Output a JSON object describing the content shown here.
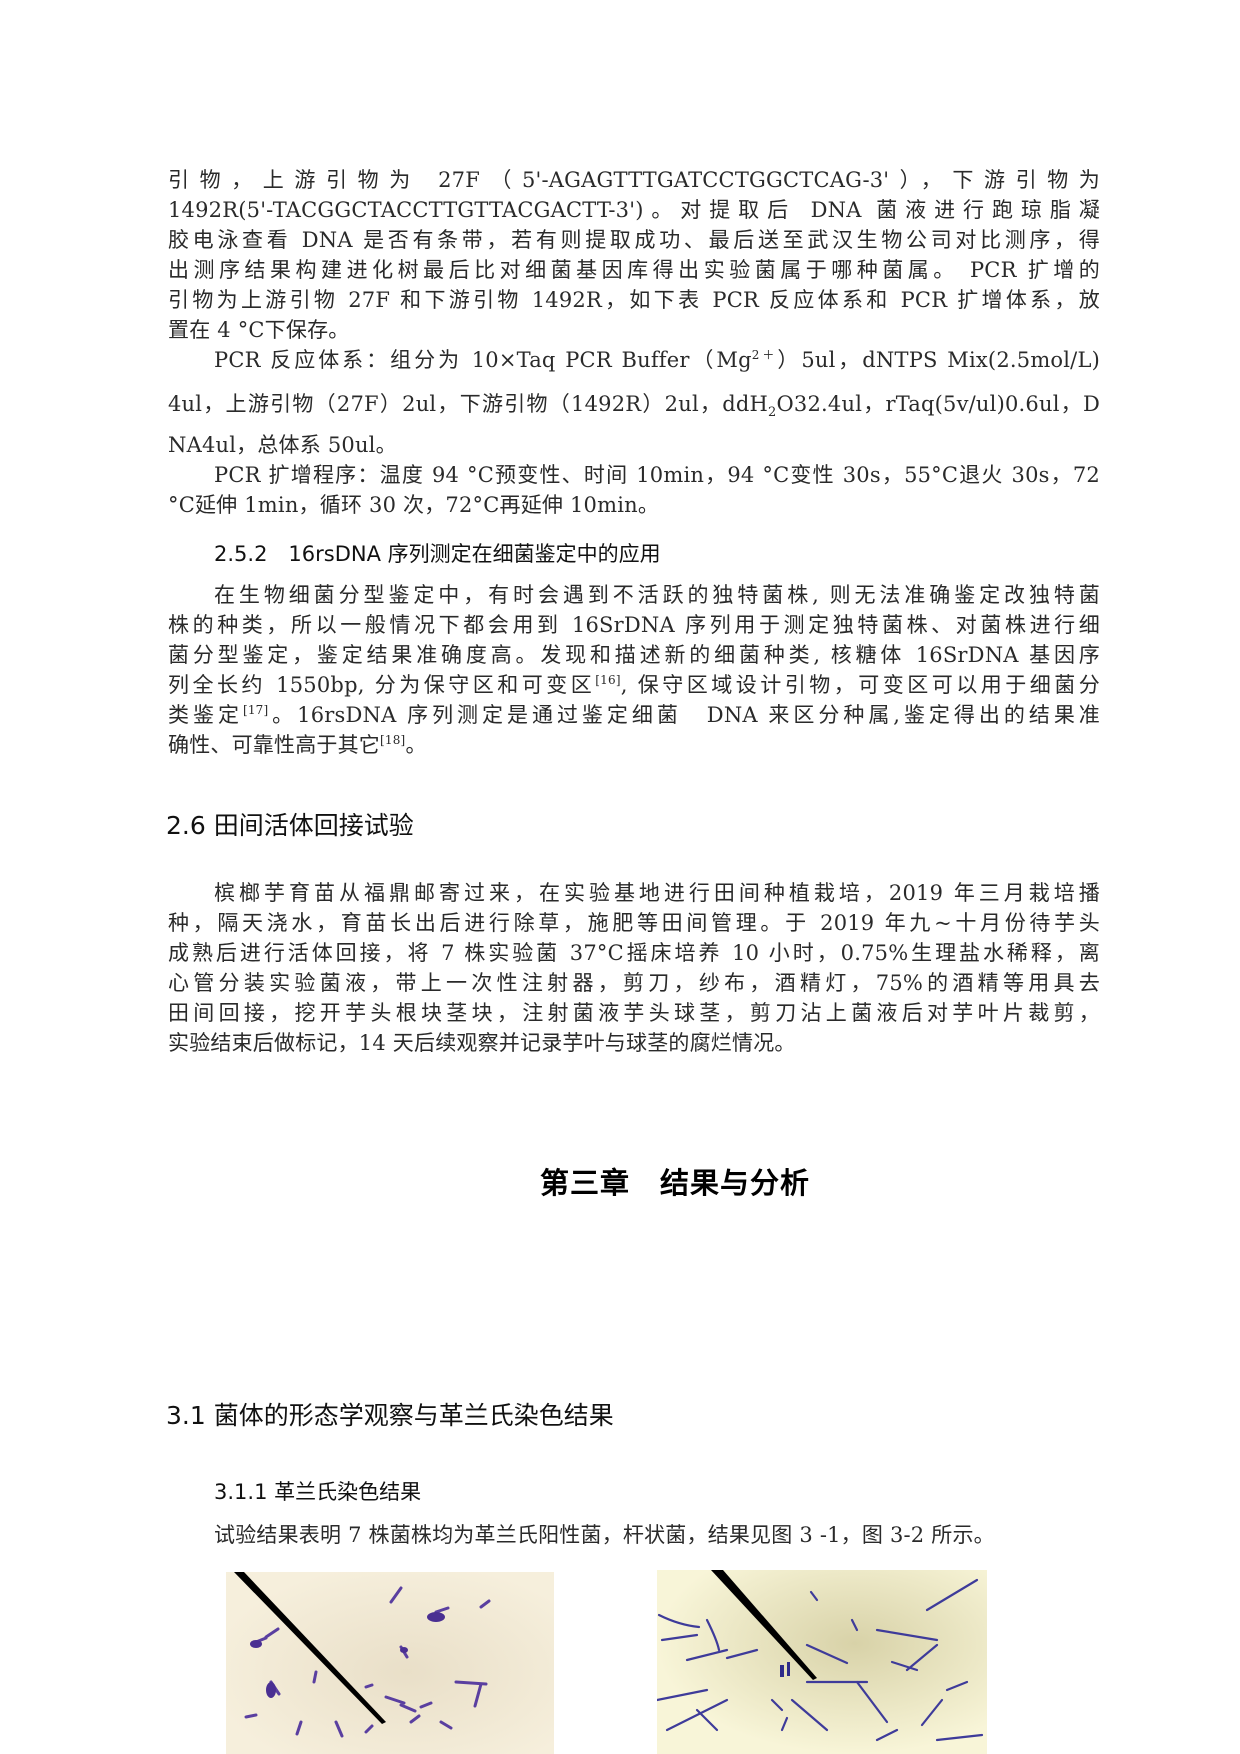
{
  "section_2_5_1_continued": {
    "lines": [
      "引物，上游引物为 27F（5'-AGAGTTTGATCCTGGCTCAG-3'），下游引物为",
      "1492R(5'-TACGGCTACCTTGTTACGACTT-3')。对提取后 DNA 菌液进行跑琼脂凝",
      "胶电泳查看 DNA 是否有条带，若有则提取成功、最后送至武汉生物公司对比测序，得",
      "出测序结果构建进化树最后比对细菌基因库得出实验菌属于哪种菌属。 PCR 扩增的",
      "引物为上游引物 27F 和下游引物 1492R，如下表 PCR 反应体系和 PCR 扩增体系，放",
      "置在 4 °C下保存。"
    ],
    "pcr_reaction": {
      "line1_pre": "PCR 反应体系：组分为 10×Taq PCR Buffer（Mg",
      "line1_sup": "2＋",
      "line1_post": "）5ul，dNTPS Mix(2.5mol/L)",
      "line2_pre": "4ul，上游引物（27F）2ul，下游引物（1492R）2ul，ddH",
      "line2_sub": "2",
      "line2_post": "O32.4ul，rTaq(5v/ul)0.6ul，D",
      "line3": "NA4ul，总体系 50ul。"
    },
    "pcr_program": {
      "line1": "PCR 扩增程序：温度 94 °C预变性、时间 10min，94 °C变性 30s，55°C退火 30s，72",
      "line2": "°C延伸 1min，循环 30 次，72°C再延伸 10min。"
    }
  },
  "section_2_5_2": {
    "heading": "2.5.2　16rsDNA 序列测定在细菌鉴定中的应用",
    "lines": [
      "在生物细菌分型鉴定中，有时会遇到不活跃的独特菌株, 则无法准确鉴定改独特菌",
      "株的种类，所以一般情况下都会用到 16SrDNA 序列用于测定独特菌株、对菌株进行细",
      "菌分型鉴定，鉴定结果准确度高。发现和描述新的细菌种类, 核糖体 16SrDNA 基因序"
    ],
    "line4_pre": "列全长约 1550bp, 分为保守区和可变区",
    "ref16": "[16]",
    "line4_post": ", 保守区域设计引物，可变区可以用于细菌分",
    "line5_pre": "类鉴定",
    "ref17": "[17]",
    "line5_post": "。16rsDNA 序列测定是通过鉴定细菌　DNA 来区分种属,鉴定得出的结果准",
    "line6_pre": "确性、可靠性高于其它",
    "ref18": "[18]",
    "line6_post": "。"
  },
  "section_2_6": {
    "heading": "2.6 田间活体回接试验",
    "lines": [
      "槟榔芋育苗从福鼎邮寄过来，在实验基地进行田间种植栽培，2019 年三月栽培播",
      "种，隔天浇水，育苗长出后进行除草，施肥等田间管理。于 2019 年九~十月份待芋头",
      "成熟后进行活体回接，将 7 株实验菌 37°C摇床培养 10 小时，0.75%生理盐水稀释，离",
      "心管分装实验菌液，带上一次性注射器，剪刀，纱布，酒精灯，75%的酒精等用具去",
      "田间回接，挖开芋头根块茎块，注射菌液芋头球茎，剪刀沾上菌液后对芋叶片裁剪，",
      "实验结束后做标记，14 天后续观察并记录芋叶与球茎的腐烂情况。"
    ]
  },
  "chapter_3": {
    "heading": "第三章　结果与分析"
  },
  "section_3_1": {
    "heading": "3.1 菌体的形态学观察与革兰氏染色结果"
  },
  "section_3_1_1": {
    "heading": "3.1.1 革兰氏染色结果",
    "text": "试验结果表明 7 株菌株均为革兰氏阳性菌，杆状菌，结果见图 3 -1，图 3-2 所示。"
  },
  "figures": [
    {
      "id": "fig-3-1",
      "description": "Gram stain micrograph, purple rod-shaped bacteria with pointer"
    },
    {
      "id": "fig-3-2",
      "description": "Gram stain micrograph, purple filamentous rod bacteria with pointer"
    }
  ],
  "colors": {
    "text": "#2a2a2a",
    "micrograph_bg_1": "#f4ecd6",
    "micrograph_bg_2": "#f6f3d2",
    "stain_purple": "#5a3fa0"
  }
}
